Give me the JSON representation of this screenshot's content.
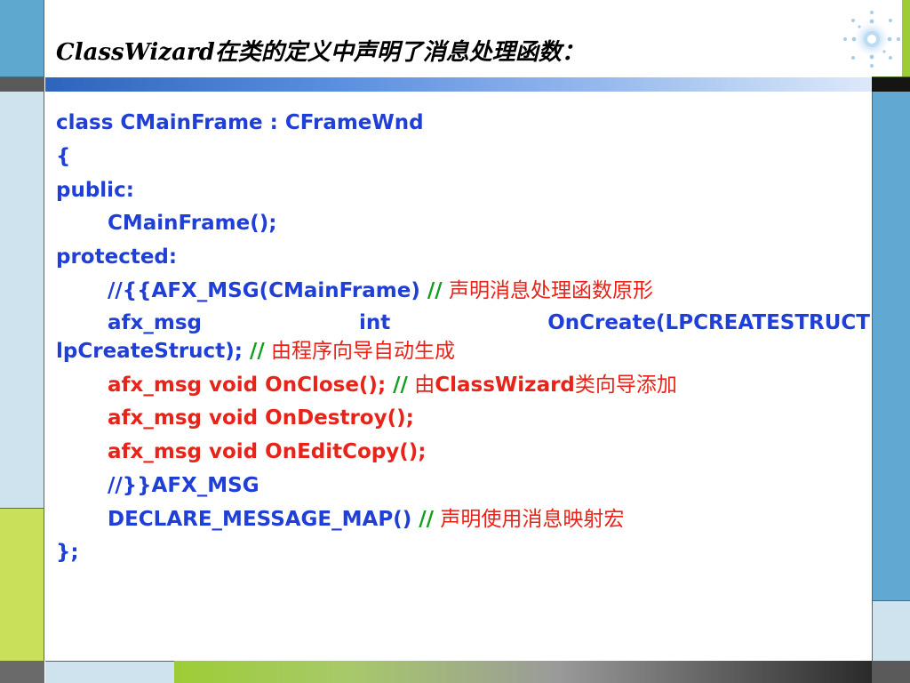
{
  "slide": {
    "title": "ClassWizard在类的定义中声明了消息处理函数：",
    "code": {
      "line1": "class  CMainFrame : CFrameWnd",
      "line2": "{",
      "line3": "public:",
      "line4": "CMainFrame();",
      "line5": "protected:",
      "line6_code": "//{{AFX_MSG(CMainFrame)",
      "line6_slashes": " //",
      "line6_comment": " 声明消息处理函数原形",
      "line7_a": "afx_msg",
      "line7_b": "int",
      "line7_c": "OnCreate(LPCREATESTRUCT",
      "line8_code": "lpCreateStruct);",
      "line8_slashes": "  //",
      "line8_comment": " 由程序向导自动生成",
      "line9_code": "afx_msg  void  OnClose();",
      "line9_slashes": " //",
      "line9_comment_a": " 由",
      "line9_comment_b": "ClassWizard",
      "line9_comment_c": "类向导添加",
      "line10": "afx_msg  void  OnDestroy();",
      "line11": "afx_msg  void  OnEditCopy();",
      "line12": "//}}AFX_MSG",
      "line13_code": "DECLARE_MESSAGE_MAP()",
      "line13_slashes": "  //",
      "line13_comment": " 声明使用消息映射宏",
      "line14": "};"
    }
  },
  "colors": {
    "code_blue": "#1f3fd6",
    "code_red": "#e8231a",
    "comment_green": "#139f1e"
  }
}
